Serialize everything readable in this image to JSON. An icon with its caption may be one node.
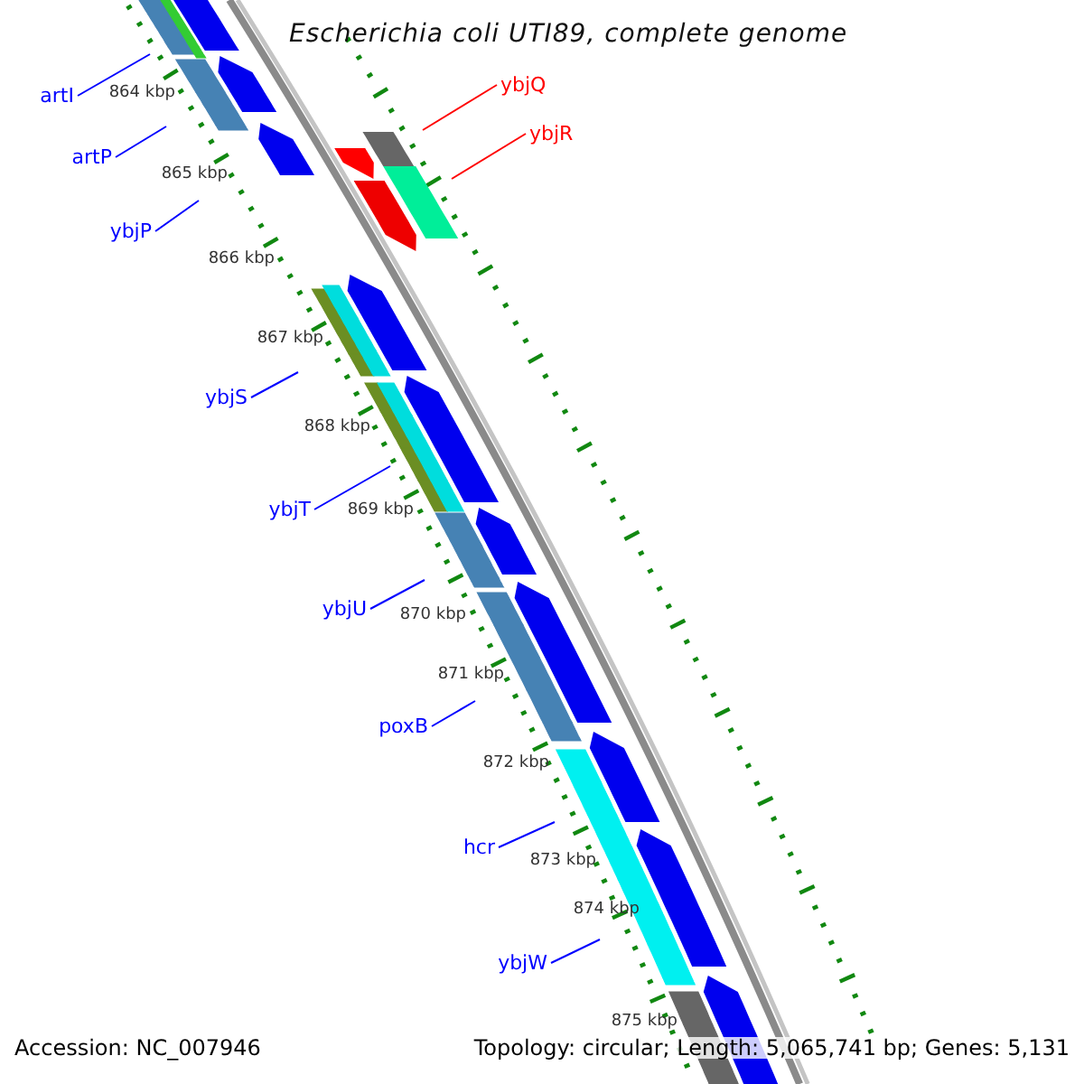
{
  "diagram": {
    "title": "Escherichia coli UTI89, complete genome",
    "nodes": [
      {
        "text": [
          "artI"
        ]
      },
      {
        "text": [
          "artP"
        ]
      },
      {
        "text": [
          "ybjP"
        ]
      },
      {
        "text": [
          "ybjS"
        ]
      },
      {
        "text": [
          "ybjT"
        ]
      },
      {
        "text": [
          "ybjU"
        ]
      },
      {
        "text": [
          "poxB"
        ]
      },
      {
        "text": [
          "hcr"
        ]
      },
      {
        "text": [
          "ybjW"
        ]
      },
      {
        "text": [
          "ybjQ"
        ]
      },
      {
        "text": [
          "ybjR"
        ]
      }
    ],
    "edges": [
      {
        "from": 0,
        "to": null,
        "arrow": "none"
      },
      {
        "from": 1,
        "to": null,
        "arrow": "none"
      },
      {
        "from": 2,
        "to": null,
        "arrow": "none"
      },
      {
        "from": 3,
        "to": null,
        "arrow": "none"
      },
      {
        "from": 4,
        "to": null,
        "arrow": "none"
      },
      {
        "from": 5,
        "to": null,
        "arrow": "none"
      },
      {
        "from": 6,
        "to": null,
        "arrow": "none"
      },
      {
        "from": 7,
        "to": null,
        "arrow": "none"
      },
      {
        "from": 8,
        "to": null,
        "arrow": "none"
      },
      {
        "from": 9,
        "to": null,
        "arrow": "none",
        "color": "#ff0000"
      },
      {
        "from": 10,
        "to": null,
        "arrow": "none",
        "color": "#ff0000"
      }
    ],
    "labels": [
      "864 kbp",
      "865 kbp",
      "866 kbp",
      "867 kbp",
      "868 kbp",
      "869 kbp",
      "870 kbp",
      "871 kbp",
      "872 kbp",
      "873 kbp",
      "874 kbp",
      "875 kbp",
      "Accession: NC_007946",
      "Topology: circular; Length: 5,065,741 bp; Genes: 5,131"
    ]
  }
}
